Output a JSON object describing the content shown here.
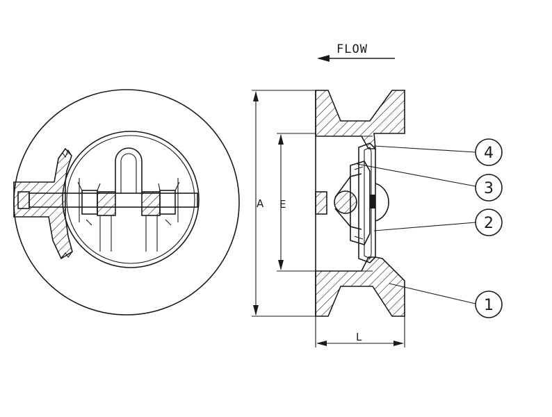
{
  "flow_label": "FLOW",
  "dimensions": {
    "A": "A",
    "E": "E",
    "L": "L"
  },
  "balloons": [
    "4",
    "3",
    "2",
    "1"
  ],
  "icons": {
    "flow_arrow": "left-arrow-icon"
  }
}
